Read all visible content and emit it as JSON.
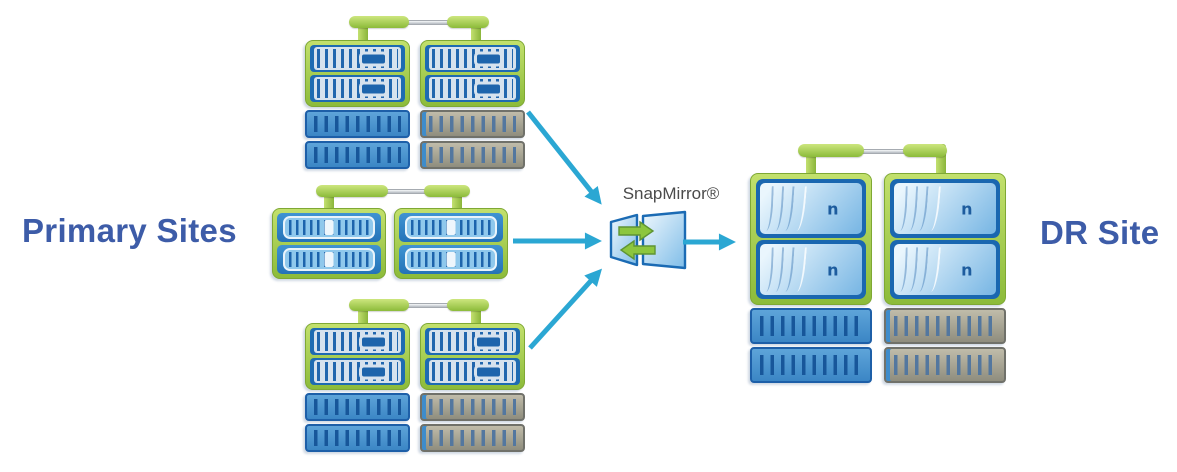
{
  "labels": {
    "primary_sites": "Primary Sites",
    "snapmirror": "SnapMirror®",
    "dr_site": "DR Site",
    "netapp_logo_glyph": "n"
  },
  "colors": {
    "label_text": "#3d5ca8",
    "snapmirror_text": "#4a4a4a",
    "arrow_teal": "#2ba7d3",
    "netapp_green": "#8cc63e",
    "controller_blue": "#1e6bb2",
    "shelf_blue": "#3b86c5",
    "shelf_gray": "#9b998a"
  },
  "diagram": {
    "nodes": [
      {
        "id": "primary-cluster-top",
        "kind": "ha-storage-pair-with-disk-shelves",
        "site": "primary"
      },
      {
        "id": "primary-cluster-middle",
        "kind": "ha-storage-pair",
        "site": "primary"
      },
      {
        "id": "primary-cluster-bottom",
        "kind": "ha-storage-pair-with-disk-shelves",
        "site": "primary"
      },
      {
        "id": "snapmirror",
        "kind": "replication-mirror-icon",
        "site": "wan"
      },
      {
        "id": "dr-cluster",
        "kind": "ha-storage-pair-with-disk-shelves",
        "site": "dr"
      }
    ],
    "edges": [
      {
        "from": "primary-cluster-top",
        "to": "snapmirror"
      },
      {
        "from": "primary-cluster-middle",
        "to": "snapmirror"
      },
      {
        "from": "primary-cluster-bottom",
        "to": "snapmirror"
      },
      {
        "from": "snapmirror",
        "to": "dr-cluster"
      }
    ]
  }
}
